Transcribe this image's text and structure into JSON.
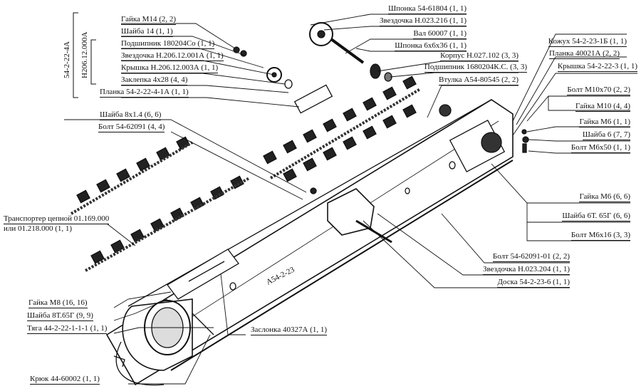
{
  "diagram": {
    "type": "exploded-parts-diagram",
    "subject": "Transporter chain assembly",
    "group_labels": {
      "outer": "54-2-22-4А",
      "inner": "Н206.12.000А"
    },
    "body_annotation": "А54-2-23",
    "labels_top_left": [
      "Гайка М14 (2, 2)",
      "Шайба 14 (1, 1)",
      "Подшипник 180204Со (1, 1)",
      "Звездочка Н.206.12.001А (1, 1)",
      "Крышка Н.206.12.003А (1, 1)",
      "Заклепка 4х28 (4, 4)",
      "Планка 54-2-22-4-1А (1, 1)"
    ],
    "labels_top_center": [
      "Шпонка 54-61804 (1, 1)",
      "Звездочка Н.023.216 (1, 1)",
      "Вал 60007 (1, 1)",
      "Шпонка 6х6х36 (1, 1)",
      "Корпус Н.027.102 (3, 3)",
      "Подшипник 1680204К.С. (3, 3)",
      "Втулка А54-80545 (2, 2)"
    ],
    "labels_right": [
      "Кожух 54-2-23-1Б (1, 1)",
      "Планка 40021А (2, 2)",
      "Крышка 54-2-22-3 (1, 1)",
      "Болт М10х70 (2, 2)",
      "Гайка М10 (4, 4)",
      "Гайка М6 (1, 1)",
      "Шайба 6 (7, 7)",
      "Болт М6х50 (1, 1)",
      "Гайка М6 (6, 6)",
      "Шайба 6Т. 65Г (6, 6)",
      "Болт М6х16 (3, 3)"
    ],
    "labels_bottom_right": [
      "Болт 54-62091-01 (2, 2)",
      "Звездочка Н.023.204 (1, 1)",
      "Доска 54-2-23-6 (1, 1)"
    ],
    "labels_left": [
      "Шайба 8х1.4 (6, 6)",
      "Болт 54-62091 (4, 4)",
      "Транспортер цепной 01.169.000",
      "или 01.218.000 (1, 1)",
      "Гайка М8 (16, 16)",
      "Шайба 8Т.65Г (9, 9)",
      "Тяга 44-2-22-1-1-1 (1, 1)",
      "Заслонка 40327А (1, 1)",
      "Крюк 44-60002 (1, 1)"
    ]
  }
}
